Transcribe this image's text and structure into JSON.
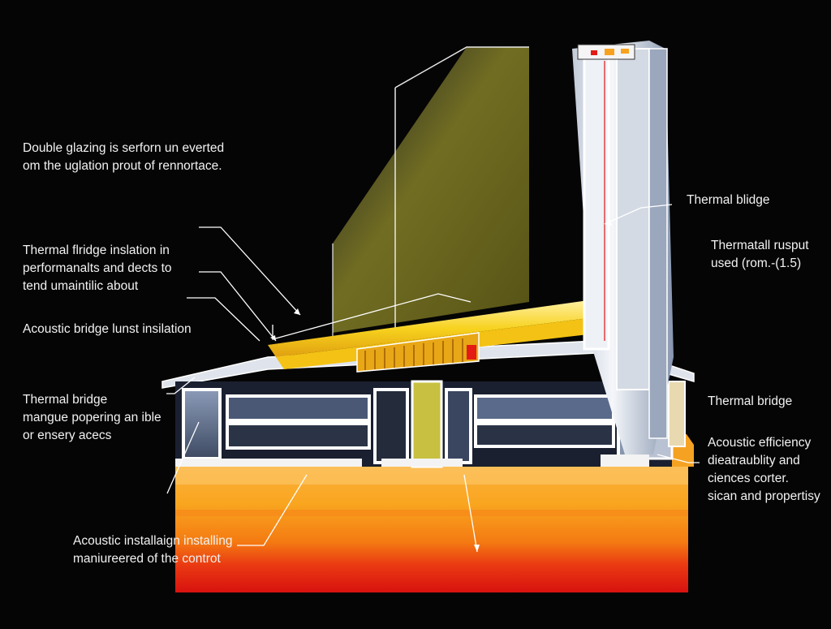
{
  "labels": {
    "double_glazing": [
      "Double glazing is serforn un everted",
      "om the uglation prout of rennortace."
    ],
    "thermal_fridge": [
      "Thermal flridge inslation in",
      "performanalts and dects to",
      "tend umaintilic about"
    ],
    "acoustic_bridge": [
      "Acoustic bridge lunst insilation"
    ],
    "thermal_bridge_left": [
      "Thermal bridge",
      "mangue popering an ible",
      "or ensery acecs"
    ],
    "acoustic_install": [
      "Acoustic installaign installing",
      "maniureered of the controt"
    ],
    "thermal_blidge": [
      "Thermal blidge"
    ],
    "thermatall": [
      "Thermatall rusput",
      "used (rom.-(1.5)"
    ],
    "thermal_bridge_right": [
      "Thermal bridge"
    ],
    "acoustic_efficiency": [
      "Acoustic efficiency",
      "dieatraublity and",
      "ciences corter.",
      "sican and propertisy"
    ]
  },
  "colors": {
    "background": "#050505",
    "frame": "#e6eaf0",
    "frame_shadow": "#7f8fa8",
    "glass": "#d8d37a",
    "insulation_yellow": "#f7d21e",
    "base_orange": "#f7941d",
    "base_red": "#e31b14",
    "leader": "#ffffff"
  }
}
